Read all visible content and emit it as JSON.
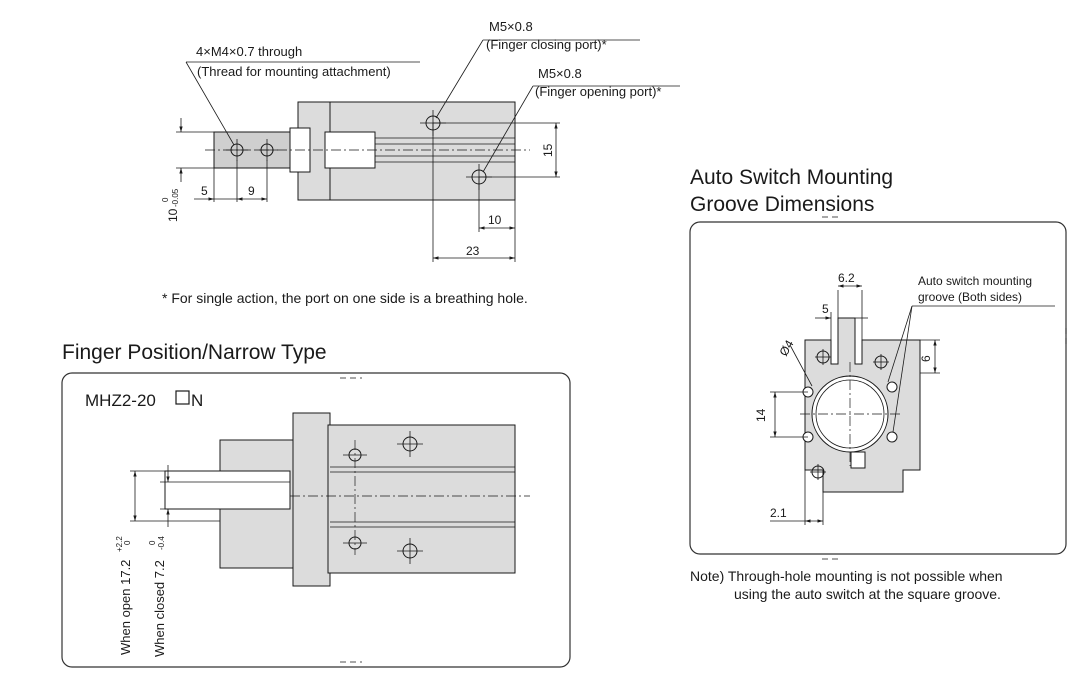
{
  "top_drawing": {
    "thread_label_line1": "4×M4×0.7 through",
    "thread_label_line2": "(Thread for mounting attachment)",
    "closing_port_line1": "M5×0.8",
    "closing_port_line2": "(Finger closing port)*",
    "opening_port_line1": "M5×0.8",
    "opening_port_line2": "(Finger opening port)*",
    "dim_15": "15",
    "dim_10": "10",
    "dim_23": "23",
    "dim_5": "5",
    "dim_9": "9",
    "dim_10_tol": "10",
    "dim_10_tol_upper": "0",
    "dim_10_tol_lower": "-0.05",
    "footnote": "* For single action, the port on one side is a breathing hole."
  },
  "finger_position": {
    "heading": "Finger Position/Narrow Type",
    "model": "MHZ2-20",
    "model_suffix": "N",
    "open_label": "When open 17.2",
    "open_tol_upper": "+2.2",
    "open_tol_lower": "0",
    "closed_label": "When closed 7.2",
    "closed_tol_upper": "0",
    "closed_tol_lower": "-0.4"
  },
  "auto_switch": {
    "heading_line1": "Auto Switch Mounting",
    "heading_line2": "Groove Dimensions",
    "groove_label_line1": "Auto switch mounting",
    "groove_label_line2": "groove (Both sides)",
    "dim_6_2": "6.2",
    "dim_5": "5",
    "dim_6": "6",
    "dim_phi4": "Ø4",
    "dim_14": "14",
    "dim_2_1": "2.1",
    "note_line1": "Note) Through-hole mounting is not possible when",
    "note_line2": "using the auto switch at the square groove."
  }
}
